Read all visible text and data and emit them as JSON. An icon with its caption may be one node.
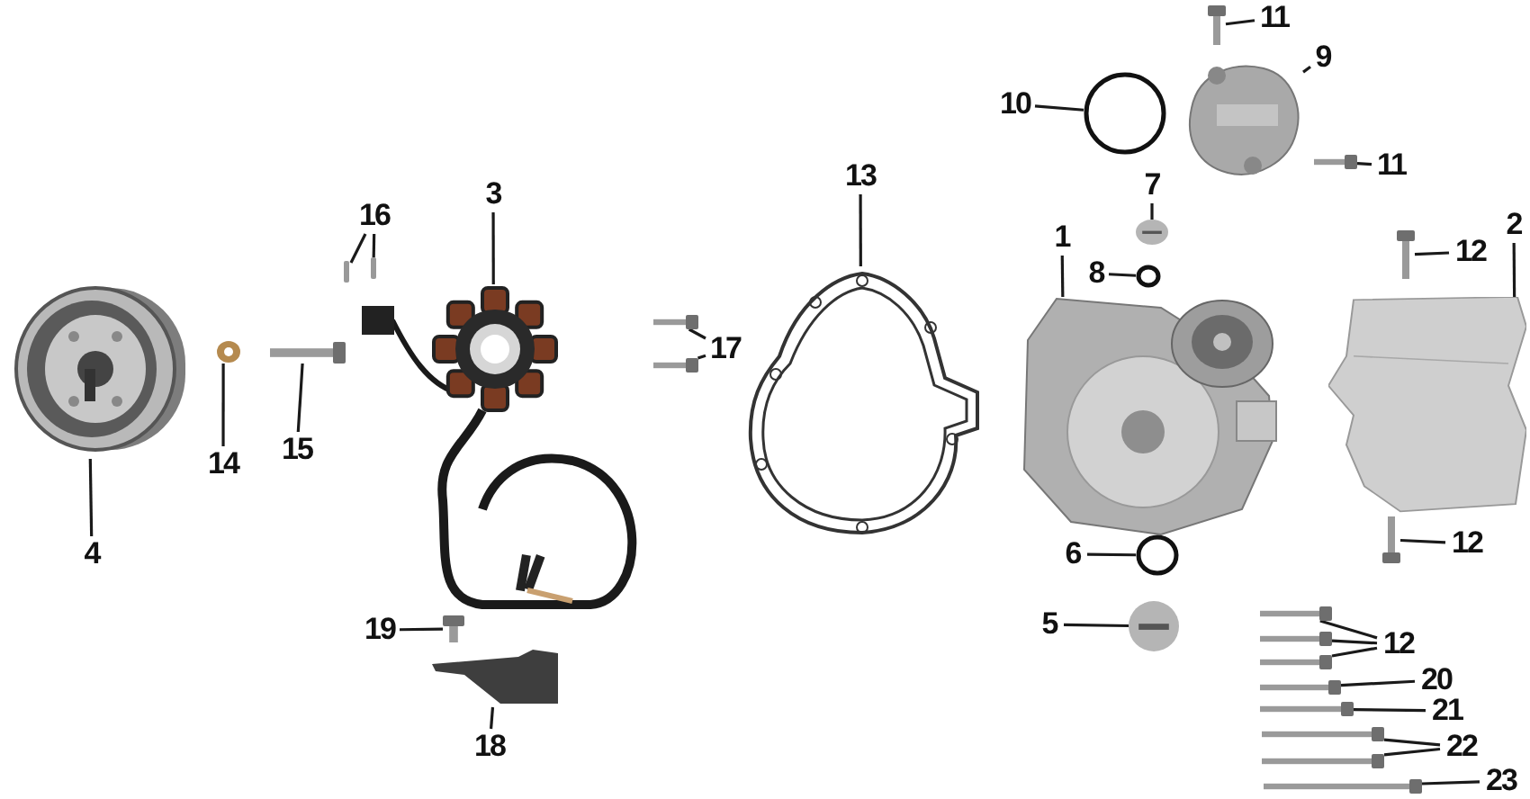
{
  "diagram": {
    "nodes": [
      {
        "text": [
          "4"
        ]
      },
      {
        "text": [],
        "shape": "picture"
      },
      {
        "text": [
          "14"
        ]
      },
      {
        "text": [],
        "shape": "picture"
      },
      {
        "text": [
          "15"
        ]
      },
      {
        "text": [],
        "shape": "picture"
      },
      {
        "text": [
          "16"
        ]
      },
      {
        "text": [],
        "shape": "bar"
      },
      {
        "text": [],
        "shape": "bar"
      },
      {
        "text": [
          "3"
        ]
      },
      {
        "text": [],
        "shape": "picture"
      },
      {
        "text": [
          "17"
        ]
      },
      {
        "text": [],
        "shape": "picture"
      },
      {
        "text": [],
        "shape": "picture"
      },
      {
        "text": [
          "19"
        ]
      },
      {
        "text": [],
        "shape": "picture"
      },
      {
        "text": [
          "18"
        ]
      },
      {
        "text": [],
        "shape": "picture"
      },
      {
        "text": [
          "13"
        ]
      },
      {
        "text": [],
        "shape": "picture"
      },
      {
        "text": [
          "10"
        ]
      },
      {
        "text": [],
        "shape": "circle"
      },
      {
        "text": [
          "11"
        ]
      },
      {
        "text": [],
        "shape": "picture"
      },
      {
        "text": [
          "9"
        ]
      },
      {
        "text": [],
        "shape": "picture"
      },
      {
        "text": [
          "11"
        ]
      },
      {
        "text": [],
        "shape": "picture"
      },
      {
        "text": [
          "7"
        ]
      },
      {
        "text": [],
        "shape": "picture"
      },
      {
        "text": [
          "8"
        ]
      },
      {
        "text": [],
        "shape": "circle"
      },
      {
        "text": [
          "1"
        ]
      },
      {
        "text": [],
        "shape": "picture"
      },
      {
        "text": [
          "2"
        ]
      },
      {
        "text": [],
        "shape": "picture"
      },
      {
        "text": [
          "12"
        ]
      },
      {
        "text": [],
        "shape": "picture"
      },
      {
        "text": [
          "12"
        ]
      },
      {
        "text": [],
        "shape": "picture"
      },
      {
        "text": [
          "6"
        ]
      },
      {
        "text": [],
        "shape": "circle"
      },
      {
        "text": [
          "5"
        ]
      },
      {
        "text": [],
        "shape": "picture"
      },
      {
        "text": [
          "12"
        ]
      },
      {
        "text": [],
        "shape": "picture"
      },
      {
        "text": [],
        "shape": "picture"
      },
      {
        "text": [],
        "shape": "picture"
      },
      {
        "text": [
          "20"
        ]
      },
      {
        "text": [],
        "shape": "picture"
      },
      {
        "text": [
          "21"
        ]
      },
      {
        "text": [],
        "shape": "picture"
      },
      {
        "text": [
          "22"
        ]
      },
      {
        "text": [],
        "shape": "picture"
      },
      {
        "text": [],
        "shape": "picture"
      },
      {
        "text": [
          "23"
        ]
      },
      {
        "text": [],
        "shape": "picture"
      }
    ],
    "edges": [
      {
        "from": 0,
        "to": 1,
        "arrow": "none"
      },
      {
        "from": 2,
        "to": 3,
        "arrow": "none"
      },
      {
        "from": 4,
        "to": 5,
        "arrow": "none"
      },
      {
        "from": 6,
        "to": 7,
        "arrow": "none"
      },
      {
        "from": 6,
        "to": 8,
        "arrow": "none"
      },
      {
        "from": 9,
        "to": 10,
        "arrow": "none"
      },
      {
        "from": 11,
        "to": 12,
        "arrow": "none"
      },
      {
        "from": 11,
        "to": 13,
        "arrow": "none"
      },
      {
        "from": 14,
        "to": 15,
        "arrow": "none"
      },
      {
        "from": 16,
        "to": 17,
        "arrow": "none"
      },
      {
        "from": 18,
        "to": 19,
        "arrow": "none"
      },
      {
        "from": 20,
        "to": 21,
        "arrow": "none"
      },
      {
        "from": 22,
        "to": 23,
        "arrow": "none"
      },
      {
        "from": 24,
        "to": 25,
        "arrow": "none"
      },
      {
        "from": 26,
        "to": 27,
        "arrow": "none"
      },
      {
        "from": 28,
        "to": 29,
        "arrow": "none"
      },
      {
        "from": 30,
        "to": 31,
        "arrow": "none"
      },
      {
        "from": 32,
        "to": 33,
        "arrow": "none"
      },
      {
        "from": 34,
        "to": 35,
        "arrow": "none"
      },
      {
        "from": 36,
        "to": 37,
        "arrow": "none"
      },
      {
        "from": 38,
        "to": 39,
        "arrow": "none"
      },
      {
        "from": 40,
        "to": 41,
        "arrow": "none"
      },
      {
        "from": 42,
        "to": 43,
        "arrow": "none"
      },
      {
        "from": 44,
        "to": 45,
        "arrow": "none"
      },
      {
        "from": 44,
        "to": 46,
        "arrow": "none"
      },
      {
        "from": 44,
        "to": 47,
        "arrow": "none"
      },
      {
        "from": 48,
        "to": 49,
        "arrow": "none"
      },
      {
        "from": 50,
        "to": 51,
        "arrow": "none"
      },
      {
        "from": 52,
        "to": 53,
        "arrow": "none"
      },
      {
        "from": 52,
        "to": 54,
        "arrow": "none"
      },
      {
        "from": 55,
        "to": 56,
        "arrow": "none"
      }
    ]
  }
}
